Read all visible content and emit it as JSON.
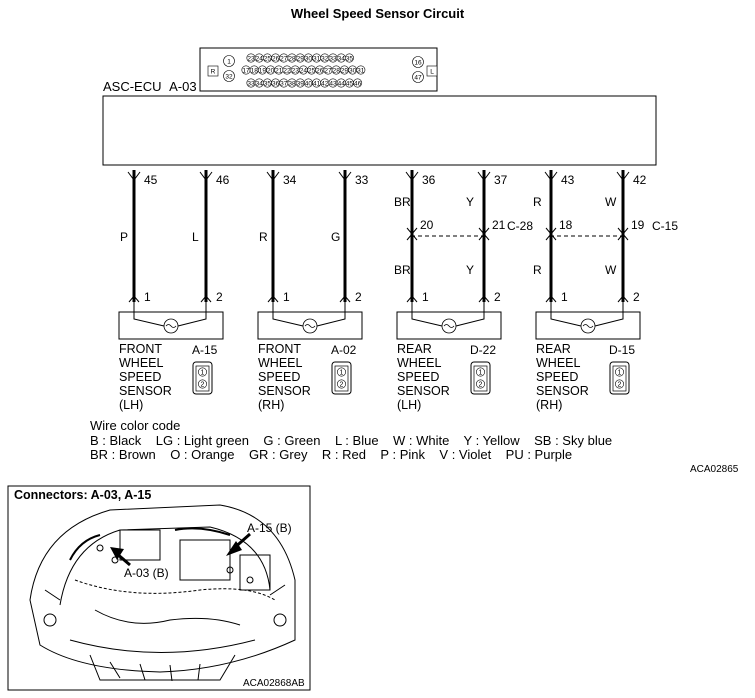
{
  "title": "Wheel Speed Sensor Circuit",
  "ecu": {
    "label": "ASC-ECU",
    "connector": "A-03",
    "connector_pins_row1": [
      "23",
      "24",
      "25",
      "26",
      "27",
      "28",
      "29",
      "30",
      "31",
      "32",
      "33",
      "34",
      "35"
    ],
    "connector_pins_row2": [
      "17",
      "18",
      "19",
      "20",
      "21",
      "22",
      "23",
      "24",
      "25",
      "26",
      "27",
      "28",
      "29",
      "30",
      "31"
    ],
    "connector_pins_row3": [
      "33",
      "34",
      "35",
      "36",
      "37",
      "38",
      "39",
      "40",
      "41",
      "42",
      "43",
      "44",
      "45",
      "46"
    ],
    "connector_side_left": [
      "1",
      "32"
    ],
    "connector_side_right": [
      "16",
      "47"
    ],
    "connector_marker_left": "R",
    "connector_marker_right": "L"
  },
  "wires": [
    {
      "pin": "45",
      "color_code": "P",
      "sensor_pin": "1"
    },
    {
      "pin": "46",
      "color_code": "L",
      "sensor_pin": "2"
    },
    {
      "pin": "34",
      "color_code": "R",
      "sensor_pin": "1"
    },
    {
      "pin": "33",
      "color_code": "G",
      "sensor_pin": "2"
    },
    {
      "pin": "36",
      "color_code": "BR",
      "junction_pin": "20",
      "color_code_lower": "BR",
      "sensor_pin": "1"
    },
    {
      "pin": "37",
      "color_code": "Y",
      "junction_pin": "21",
      "color_code_lower": "Y",
      "sensor_pin": "2"
    },
    {
      "pin": "43",
      "color_code": "R",
      "junction_pin": "18",
      "color_code_lower": "R",
      "sensor_pin": "1"
    },
    {
      "pin": "42",
      "color_code": "W",
      "junction_pin": "19",
      "color_code_lower": "W",
      "sensor_pin": "2"
    }
  ],
  "junctions": [
    {
      "connector": "C-28"
    },
    {
      "connector": "C-15"
    }
  ],
  "sensors": [
    {
      "name": "FRONT\nWHEEL\nSPEED\nSENSOR\n(LH)",
      "connector": "A-15"
    },
    {
      "name": "FRONT\nWHEEL\nSPEED\nSENSOR\n(RH)",
      "connector": "A-02"
    },
    {
      "name": "REAR\nWHEEL\nSPEED\nSENSOR\n(LH)",
      "connector": "D-22"
    },
    {
      "name": "REAR\nWHEEL\nSPEED\nSENSOR\n(RH)",
      "connector": "D-15"
    }
  ],
  "sensor_connector_pins": [
    "1",
    "2"
  ],
  "legend": {
    "title": "Wire color code",
    "line1": "B : Black    LG : Light green    G : Green    L : Blue    W : White    Y : Yellow    SB : Sky blue",
    "line2": "BR : Brown    O : Orange    GR : Grey    R : Red    P : Pink    V : Violet    PU : Purple"
  },
  "ref_circuit": "ACA02865",
  "connector_panel": {
    "title": "Connectors: A-03, A-15",
    "callout_a15": "A-15 (B)",
    "callout_a03": "A-03 (B)",
    "ref": "ACA02868AB"
  }
}
